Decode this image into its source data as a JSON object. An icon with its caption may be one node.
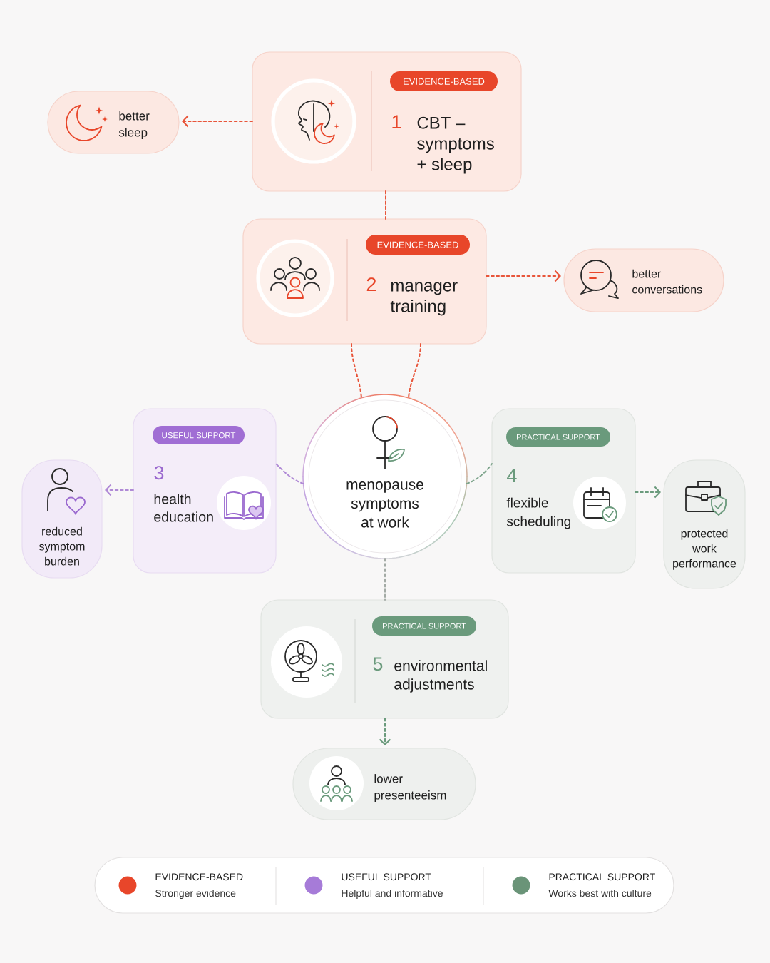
{
  "diagram": {
    "nodes": [
      {
        "text": [
          "1",
          "CBT – symptoms + sleep"
        ]
      },
      {
        "text": [
          "EVIDENCE-BASED"
        ],
        "in": 0
      },
      {
        "text": [
          "better sleep"
        ]
      },
      {
        "text": [
          "2",
          "manager training"
        ]
      },
      {
        "text": [
          "EVIDENCE-BASED"
        ],
        "in": 3
      },
      {
        "text": [
          "better conversations"
        ]
      },
      {
        "text": [
          "reduced symptom burden"
        ]
      },
      {
        "text": [
          "3",
          "health education"
        ]
      },
      {
        "text": [
          "USEFUL SUPPORT"
        ],
        "in": 7
      },
      {
        "text": [
          "menopause symptoms at work"
        ]
      },
      {
        "text": [
          "4",
          "flexible scheduling"
        ]
      },
      {
        "text": [
          "PRACTICAL SUPPORT"
        ],
        "in": 10
      },
      {
        "text": [
          "protected work performance"
        ]
      },
      {
        "text": [
          "5",
          "environmental adjustments"
        ]
      },
      {
        "text": [
          "PRACTICAL SUPPORT"
        ],
        "in": 13
      },
      {
        "text": [
          "lower presenteeism"
        ]
      }
    ],
    "edges": [
      {
        "from": 0,
        "to": 2,
        "arrow": "to",
        "style": "dashed"
      },
      {
        "from": 0,
        "to": 3,
        "arrow": "none",
        "style": "dashed"
      },
      {
        "from": 3,
        "to": 5,
        "arrow": "to",
        "style": "dashed"
      },
      {
        "from": 3,
        "to": 9,
        "arrow": "none",
        "style": "dashed"
      },
      {
        "from": 3,
        "to": 9,
        "arrow": "none",
        "style": "dashed"
      },
      {
        "from": 7,
        "to": 6,
        "arrow": "to",
        "style": "dashed",
        "color": "#b08ad6"
      },
      {
        "from": 9,
        "to": 7,
        "arrow": "none",
        "style": "dashed",
        "color": "#b08ad6"
      },
      {
        "from": 9,
        "to": 10,
        "arrow": "none",
        "style": "dashed",
        "color": "#7fa58d"
      },
      {
        "from": 10,
        "to": 12,
        "arrow": "to",
        "style": "dashed",
        "color": "#6a9a7c"
      },
      {
        "from": 9,
        "to": 13,
        "arrow": "none",
        "style": "dashed",
        "color": "#a3aaa5"
      },
      {
        "from": 13,
        "to": 15,
        "arrow": "to",
        "style": "dashed",
        "color": "#6a9a7c"
      }
    ],
    "labels": [
      "Stronger evidence",
      "Helpful and informative",
      "Works best with culture"
    ],
    "legend": [
      {
        "text": "EVIDENCE-BASED",
        "color": "#e8462a"
      },
      {
        "text": "USEFUL SUPPORT",
        "color": "#a67bd8"
      },
      {
        "text": "PRACTICAL SUPPORT",
        "color": "#6a9478"
      }
    ]
  }
}
